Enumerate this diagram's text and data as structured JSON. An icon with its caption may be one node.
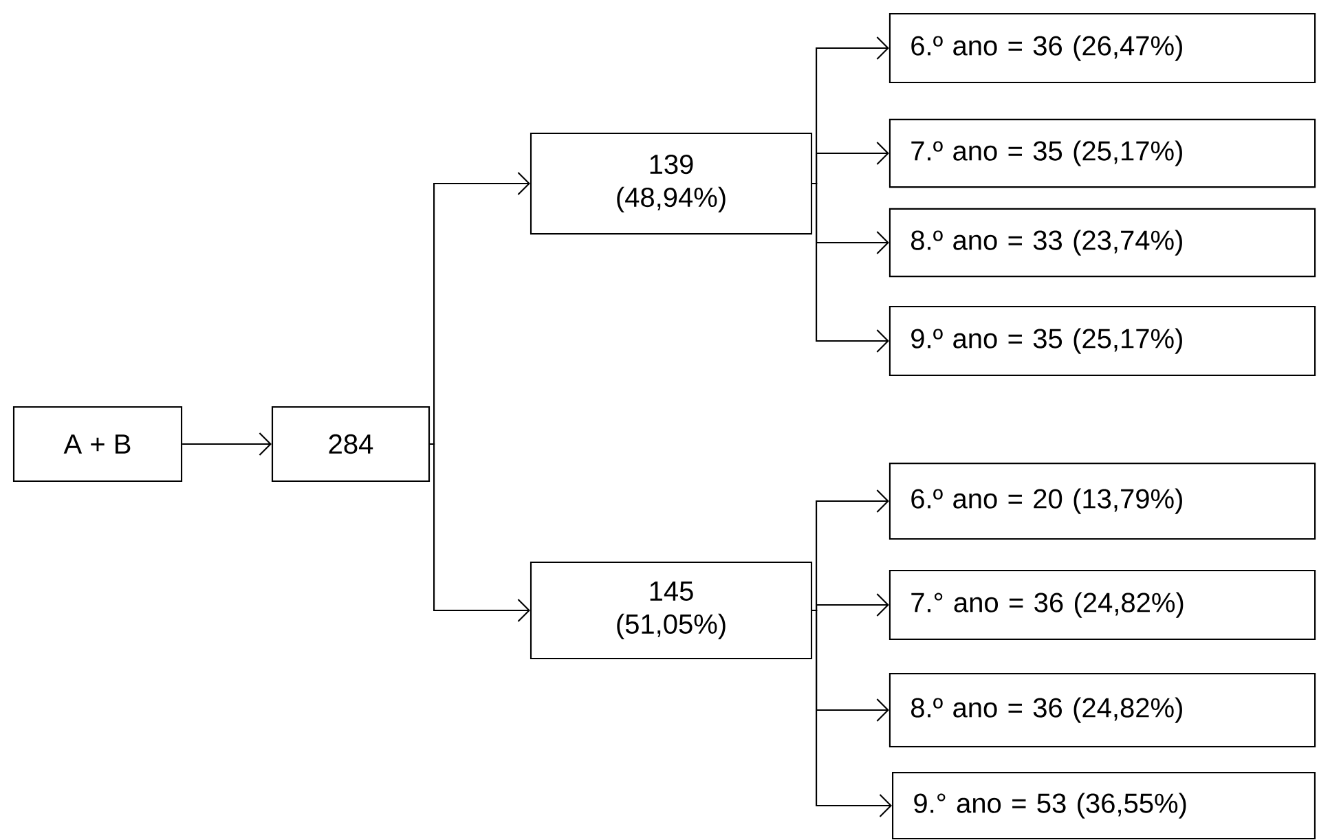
{
  "diagram": {
    "nodes": [
      {
        "text": [
          "A + B"
        ]
      },
      {
        "text": [
          "284"
        ]
      },
      {
        "text": [
          "139 (48,94%)"
        ]
      },
      {
        "text": [
          "145 (51,05%)"
        ]
      },
      {
        "text": [
          "6.º ano = 36 (26,47%)"
        ]
      },
      {
        "text": [
          "7.º ano = 35 (25,17%)"
        ]
      },
      {
        "text": [
          "8.º ano = 33 (23,74%)"
        ]
      },
      {
        "text": [
          "9.º ano = 35 (25,17%)"
        ]
      },
      {
        "text": [
          "6.º ano = 20 (13,79%)"
        ]
      },
      {
        "text": [
          "7.° ano = 36 (24,82%)"
        ]
      },
      {
        "text": [
          "8.º ano = 36 (24,82%)"
        ]
      },
      {
        "text": [
          "9.° ano = 53 (36,55%)"
        ]
      }
    ],
    "edges": [
      {
        "from": 0,
        "to": 1,
        "arrow": "to"
      },
      {
        "from": 1,
        "to": 2,
        "arrow": "to"
      },
      {
        "from": 1,
        "to": 3,
        "arrow": "to"
      },
      {
        "from": 2,
        "to": 4,
        "arrow": "to"
      },
      {
        "from": 2,
        "to": 5,
        "arrow": "to"
      },
      {
        "from": 2,
        "to": 6,
        "arrow": "to"
      },
      {
        "from": 2,
        "to": 7,
        "arrow": "to"
      },
      {
        "from": 3,
        "to": 8,
        "arrow": "to"
      },
      {
        "from": 3,
        "to": 9,
        "arrow": "to"
      },
      {
        "from": 3,
        "to": 10,
        "arrow": "to"
      },
      {
        "from": 3,
        "to": 11,
        "arrow": "to"
      }
    ]
  }
}
